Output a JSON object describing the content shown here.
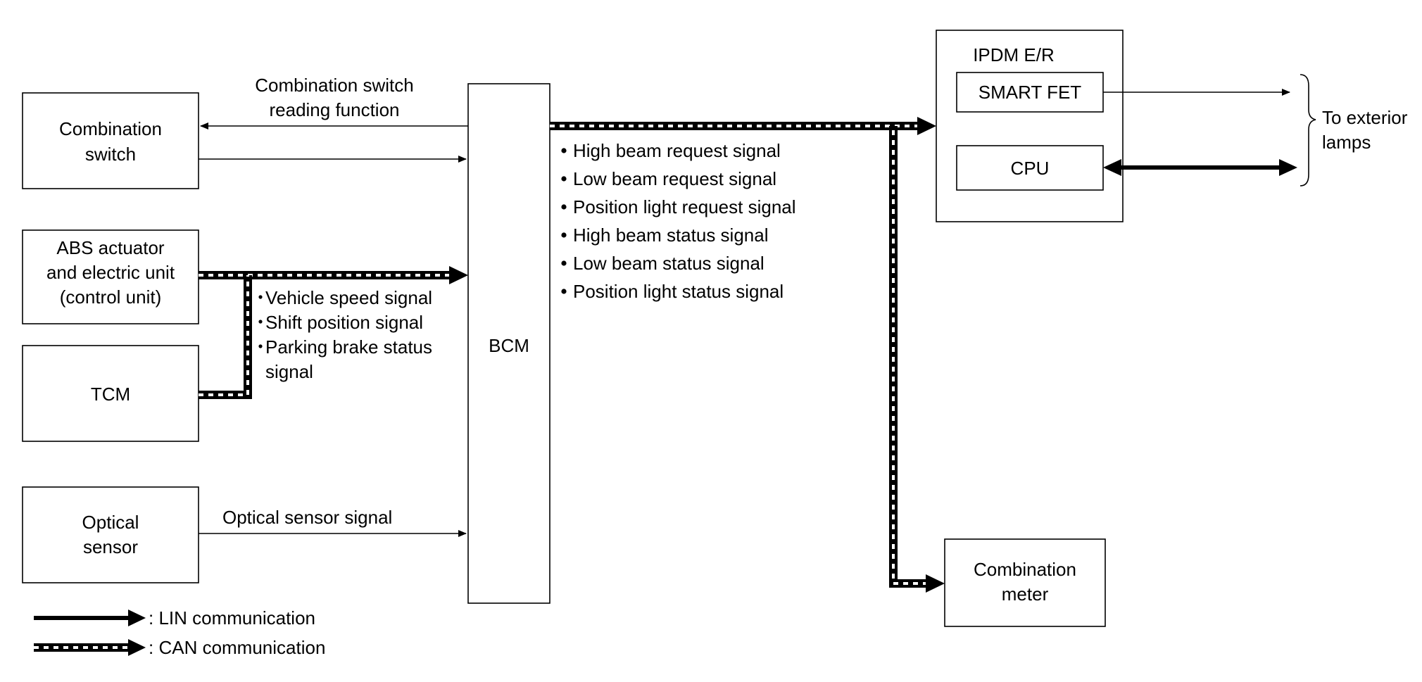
{
  "nodes": {
    "combination_switch": [
      "Combination",
      "switch"
    ],
    "abs_unit": [
      "ABS actuator",
      "and electric unit",
      "(control unit)"
    ],
    "tcm": [
      "TCM"
    ],
    "optical_sensor": [
      "Optical",
      "sensor"
    ],
    "bcm": [
      "BCM"
    ],
    "ipdm": [
      "IPDM E/R"
    ],
    "smart_fet": [
      "SMART FET"
    ],
    "cpu": [
      "CPU"
    ],
    "combination_meter": [
      "Combination",
      "meter"
    ]
  },
  "edges": {
    "combination_switch_reading": [
      "Combination switch",
      "reading function"
    ],
    "optical_sensor_signal": [
      "Optical sensor signal"
    ],
    "exterior_lamps": [
      "To exterior",
      "lamps"
    ]
  },
  "signals": {
    "abs_tcm_to_bcm": [
      "Vehicle speed signal",
      "Shift position signal",
      "Parking brake status",
      "signal"
    ],
    "bcm_to_ipdm": [
      "High beam request signal",
      "Low beam request signal",
      "Position light request signal",
      "High beam status signal",
      "Low beam status signal",
      "Position light status signal"
    ]
  },
  "legend": {
    "lin": ": LIN communication",
    "can": ": CAN communication"
  }
}
